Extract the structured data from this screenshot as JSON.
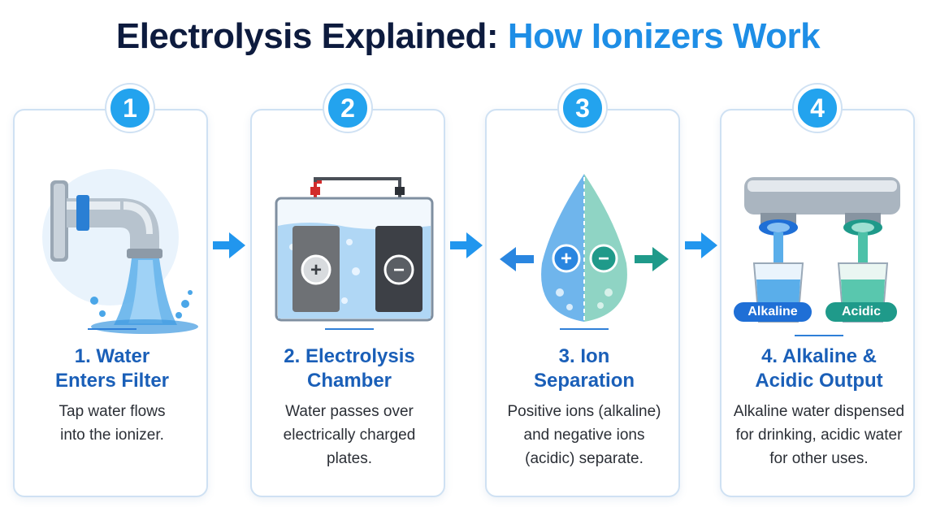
{
  "title": {
    "part1": "Electrolysis Explained:",
    "part2": "How Ionizers Work"
  },
  "colors": {
    "title_dark": "#0d1b3e",
    "title_accent": "#1e8ee6",
    "badge": "#23a3ee",
    "card_title": "#1a5fb8",
    "alkaline": "#1f6fd6",
    "acidic": "#1f9a8a"
  },
  "steps": [
    {
      "number": "1",
      "title_line1": "1. Water",
      "title_line2": "Enters Filter",
      "desc_line1": "Tap water flows",
      "desc_line2": "into the ionizer.",
      "desc_line3": "",
      "icon": "faucet-icon"
    },
    {
      "number": "2",
      "title_line1": "2. Electrolysis",
      "title_line2": "Chamber",
      "desc_line1": "Water passes over",
      "desc_line2": "electrically charged",
      "desc_line3": "plates.",
      "icon": "electrolysis-chamber-icon"
    },
    {
      "number": "3",
      "title_line1": "3. Ion",
      "title_line2": "Separation",
      "desc_line1": "Positive ions (alkaline)",
      "desc_line2": "and negative ions",
      "desc_line3": "(acidic) separate.",
      "icon": "water-drop-icon"
    },
    {
      "number": "4",
      "title_line1": "4. Alkaline &",
      "title_line2": "Acidic Output",
      "desc_line1": "Alkaline water dispensed",
      "desc_line2": "for drinking, acidic water",
      "desc_line3": "for other uses.",
      "icon": "dual-tap-icon"
    }
  ],
  "labels": {
    "plus": "+",
    "minus": "−",
    "alkaline": "Alkaline",
    "acidic": "Acidic"
  }
}
